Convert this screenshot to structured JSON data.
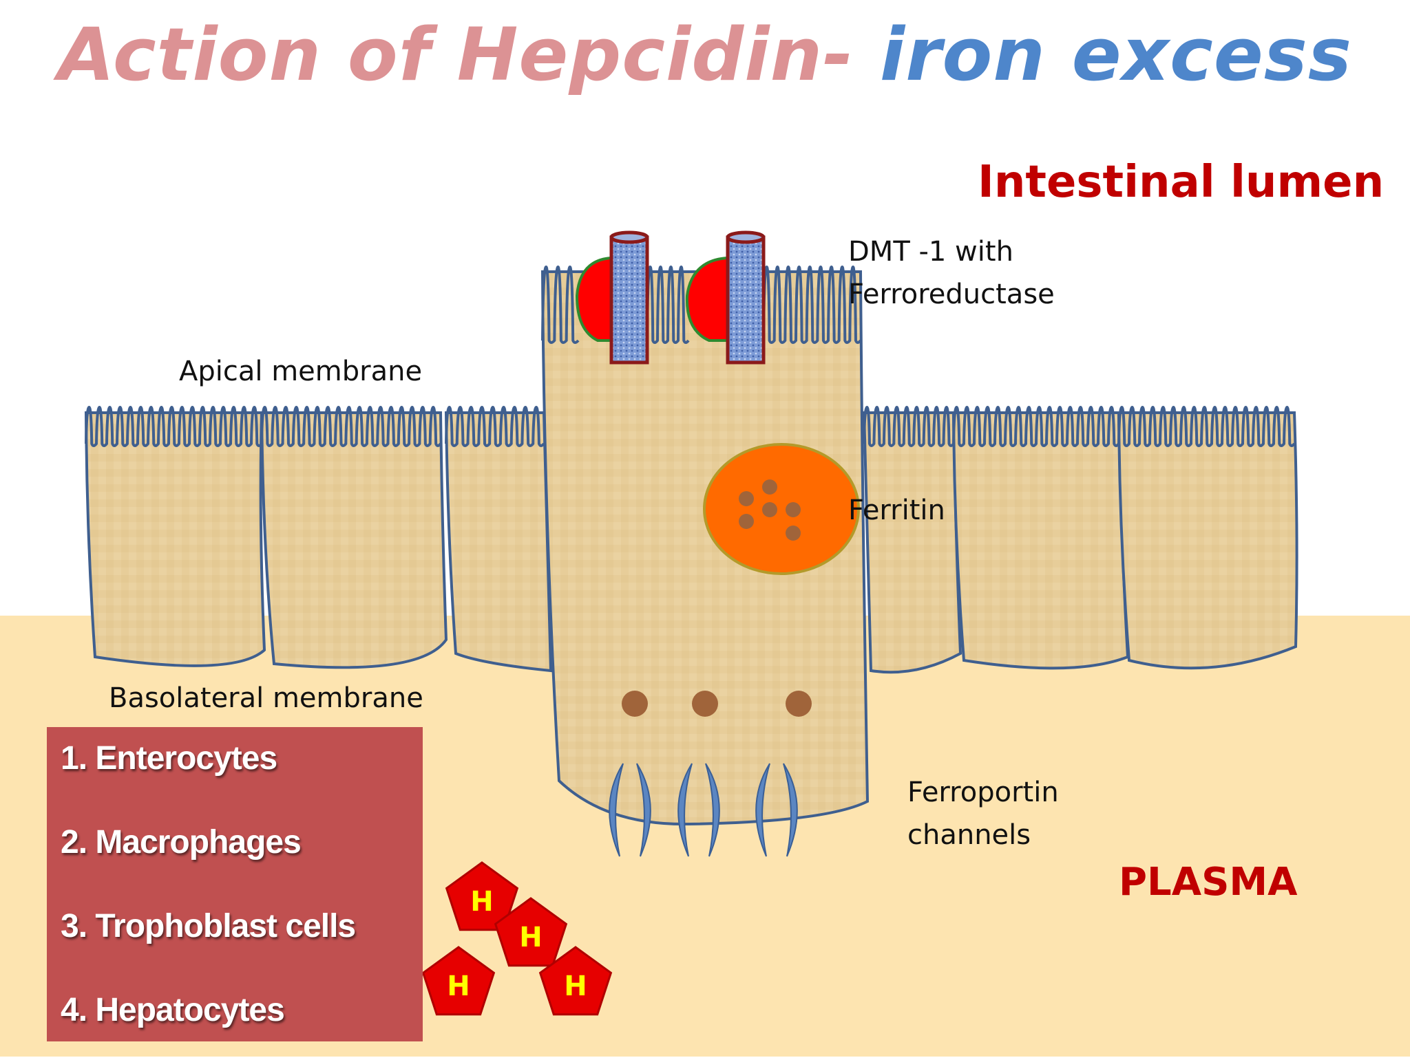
{
  "title": {
    "part1": "Action of Hepcidin-",
    "part2": " iron excess"
  },
  "regions": {
    "lumen": "Intestinal lumen",
    "plasma": "PLASMA"
  },
  "labels": {
    "dmt_line1": "DMT -1 with",
    "dmt_line2": "Ferroreductase",
    "apical": "Apical membrane",
    "ferritin": "Ferritin",
    "basolateral": "Basolateral membrane",
    "ferroportin_line1": "Ferroportin",
    "ferroportin_line2": "channels"
  },
  "legend": {
    "items": [
      "1. Enterocytes",
      "2. Macrophages",
      "3. Trophoblast cells",
      "4. Hepatocytes"
    ]
  },
  "hepcidin": {
    "symbol": "H",
    "count": 4
  },
  "colors": {
    "title_pink": "#dc9294",
    "title_blue": "#4e86cb",
    "region_red": "#c00000",
    "plasma_bg": "#fde4b0",
    "cell_fill": "#e7cd99",
    "membrane": "#3f5f8f",
    "ferritin": "#ff6a00",
    "iron_dot": "#a0643a",
    "dmt_red": "#ff0000",
    "hepcidin_red": "#e60000",
    "legend_bg": "#c05050"
  }
}
